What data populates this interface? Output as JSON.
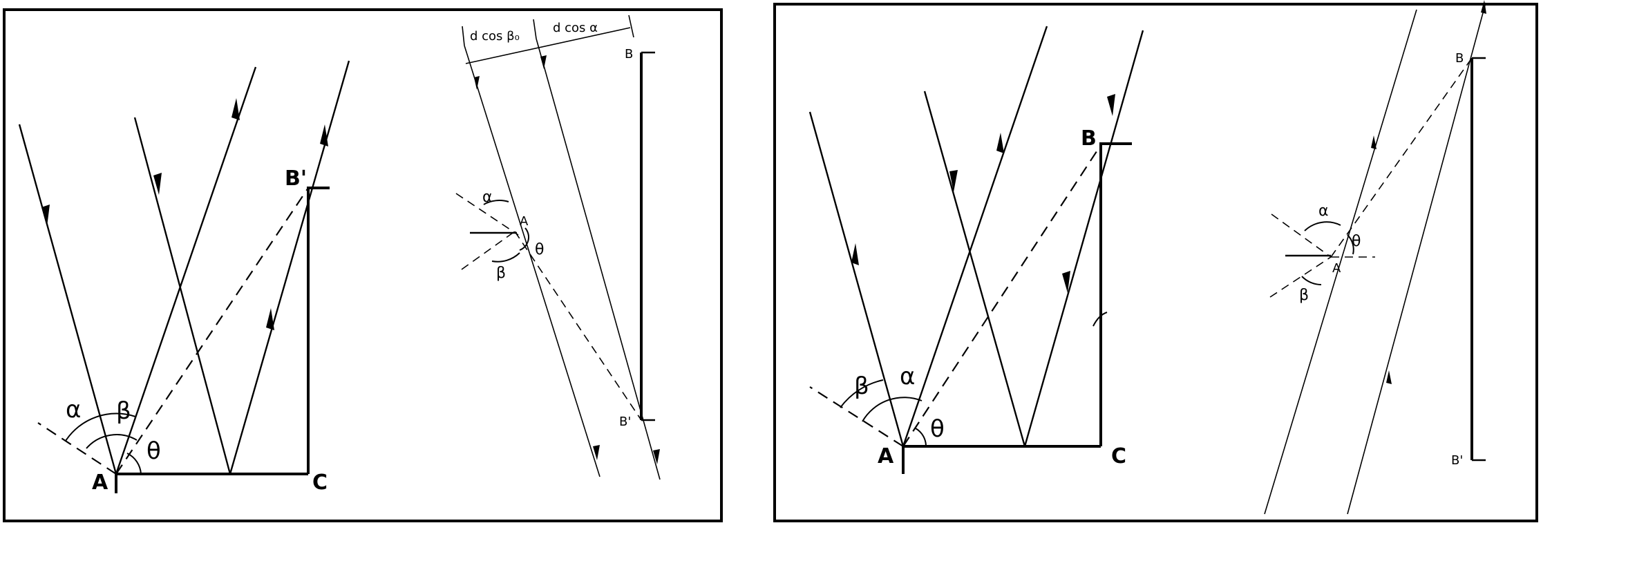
{
  "figure_left": {
    "diagram_a": {
      "label_A": "A",
      "label_B_prime": "B'",
      "label_C": "C",
      "label_alpha": "α",
      "label_beta": "β",
      "label_theta": "θ"
    },
    "diagram_b": {
      "label_d_cos_beta0": "d cos β₀",
      "label_d_cos_alpha": "d cos α",
      "label_B": "B",
      "label_B_prime": "B'",
      "label_A": "A",
      "label_alpha": "α",
      "label_beta": "β",
      "label_theta": "θ"
    }
  },
  "figure_right": {
    "diagram_c": {
      "label_A": "A",
      "label_B": "B",
      "label_C": "C",
      "label_alpha": "α",
      "label_beta": "β",
      "label_theta": "θ"
    },
    "diagram_d": {
      "label_B": "B",
      "label_B_prime": "B'",
      "label_A": "A",
      "label_alpha": "α",
      "label_beta": "β",
      "label_theta": "θ"
    }
  }
}
